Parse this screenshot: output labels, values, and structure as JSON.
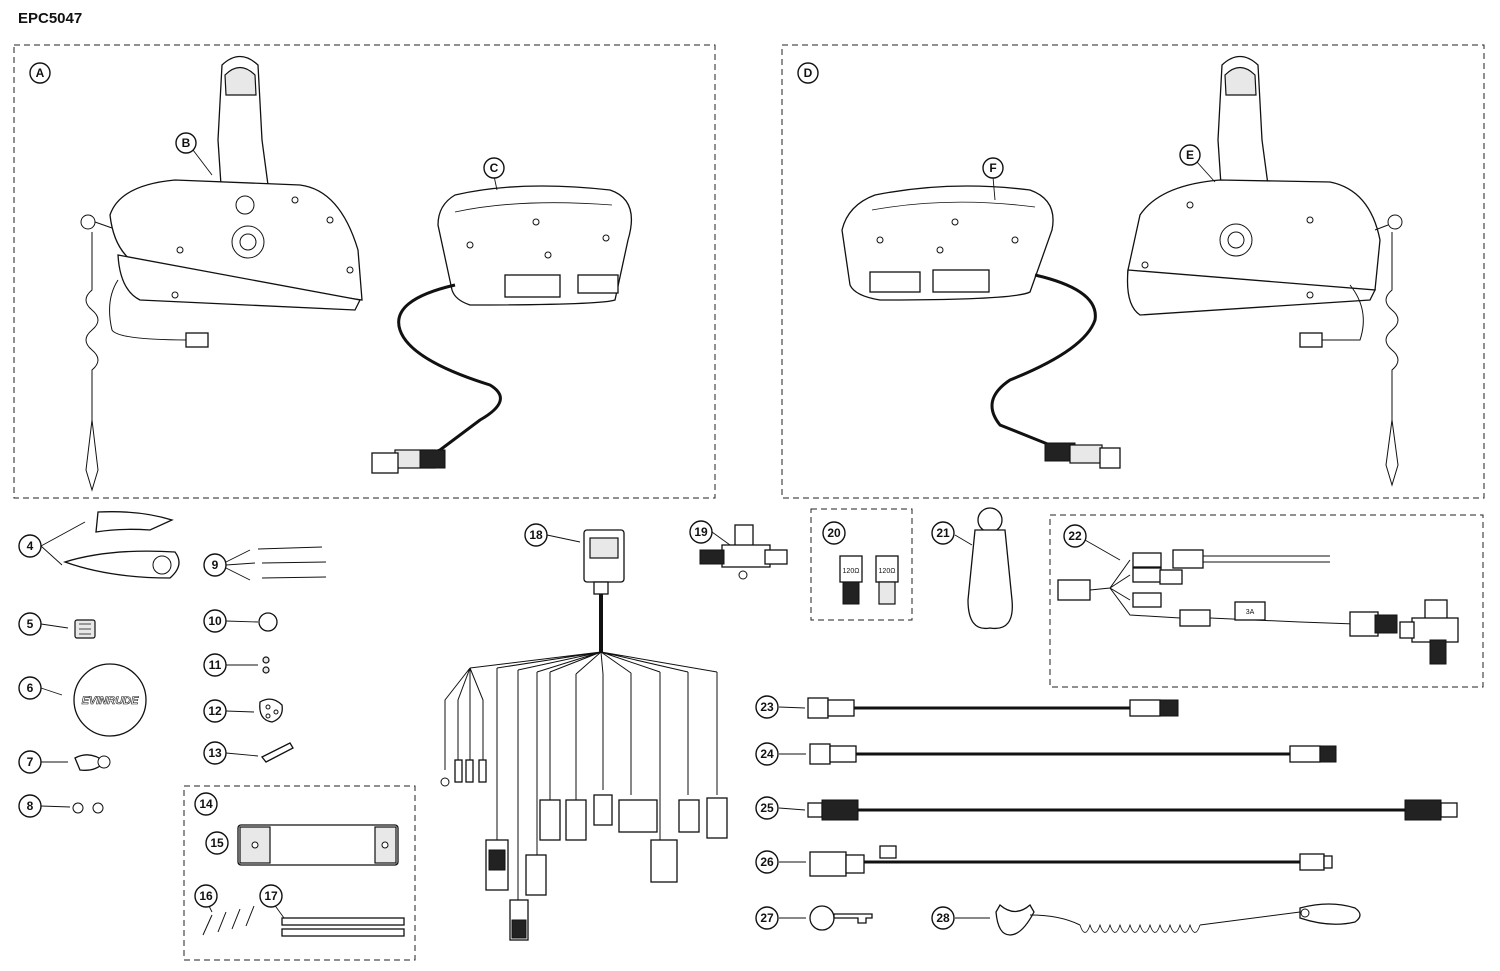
{
  "title": "EPC5047",
  "group_labels": [
    "A",
    "B",
    "C",
    "D",
    "E",
    "F"
  ],
  "part_numbers": [
    "4",
    "5",
    "6",
    "7",
    "8",
    "9",
    "10",
    "11",
    "12",
    "13",
    "14",
    "15",
    "16",
    "17",
    "18",
    "19",
    "20",
    "21",
    "22",
    "23",
    "24",
    "25",
    "26",
    "27",
    "28"
  ],
  "inline_text": {
    "logo": "EVINRUDE",
    "terminator_1": "120Ω",
    "terminator_2": "120Ω",
    "fuse": "3A"
  },
  "icons": [
    "control-lever-icon",
    "gauge-display-icon",
    "wiring-harness-icon",
    "cable-icon",
    "key-icon",
    "lanyard-icon"
  ]
}
